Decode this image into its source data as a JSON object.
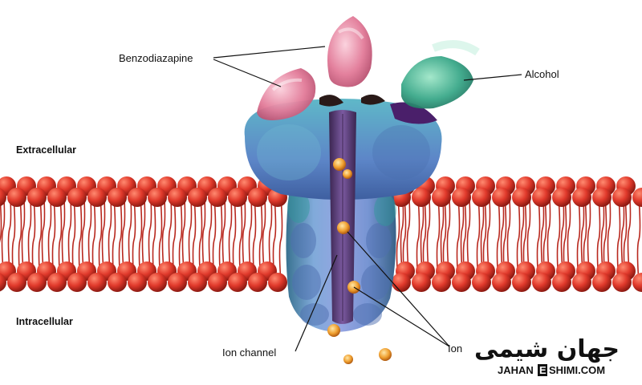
{
  "labels": {
    "benzodiazepine": "Benzodiazapine",
    "alcohol": "Alcohol",
    "extracellular": "Extracellular",
    "intracellular": "Intracellular",
    "ion_channel": "Ion channel",
    "ion": "Ion"
  },
  "logo": {
    "persian": "جهان شیمی",
    "url_left": "JAHAN",
    "url_mid": "E",
    "url_right": "SHIMI.COM"
  },
  "colors": {
    "lipid_head": "#e0392b",
    "lipid_tail": "#b8281e",
    "channel_body": "#6a86c9",
    "channel_pore": "#5a3a78",
    "benzodiazepine": "#e27a98",
    "alcohol": "#3aa889",
    "ion": "#f0a030"
  }
}
